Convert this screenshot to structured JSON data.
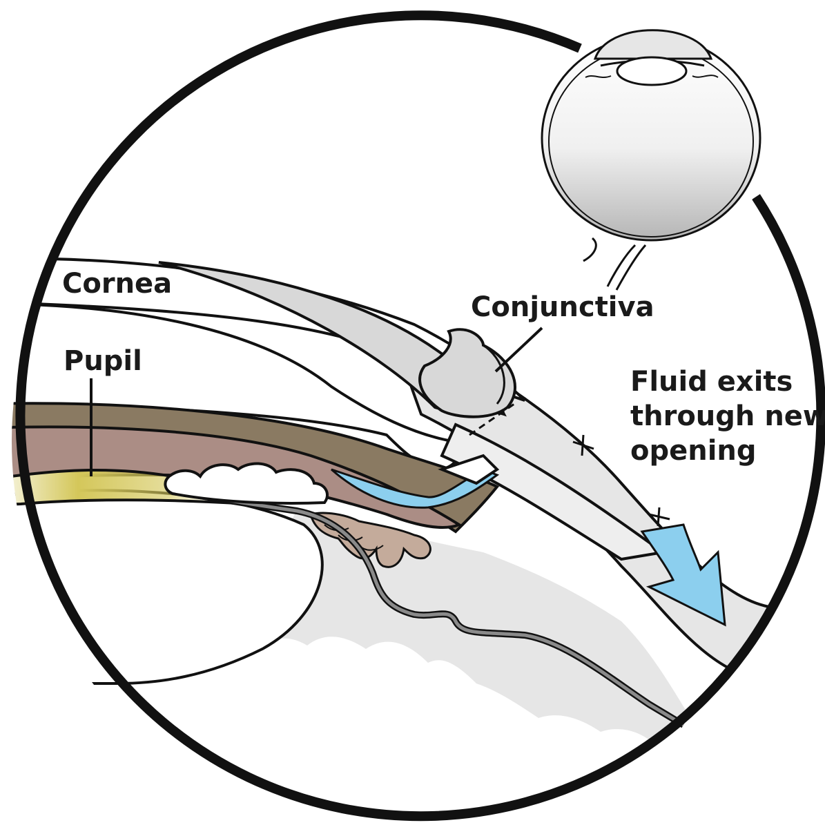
{
  "labels": {
    "cornea": "Cornea",
    "pupil": "Pupil",
    "conjunctiva": "Conjunctiva",
    "fluid_line1": "Fluid exits",
    "fluid_line2": "through new",
    "fluid_line3": "opening"
  },
  "colors": {
    "outline": "#111111",
    "iris_top": "#8a7a62",
    "iris_body": "#ab8d85",
    "pupil_glow": "#d4c75a",
    "fluid": "#8ccfee",
    "conjunctiva": "#d8d8d8",
    "tissue_gray": "#e6e6e6",
    "ciliary": "#c4ab9b",
    "white": "#ffffff"
  }
}
